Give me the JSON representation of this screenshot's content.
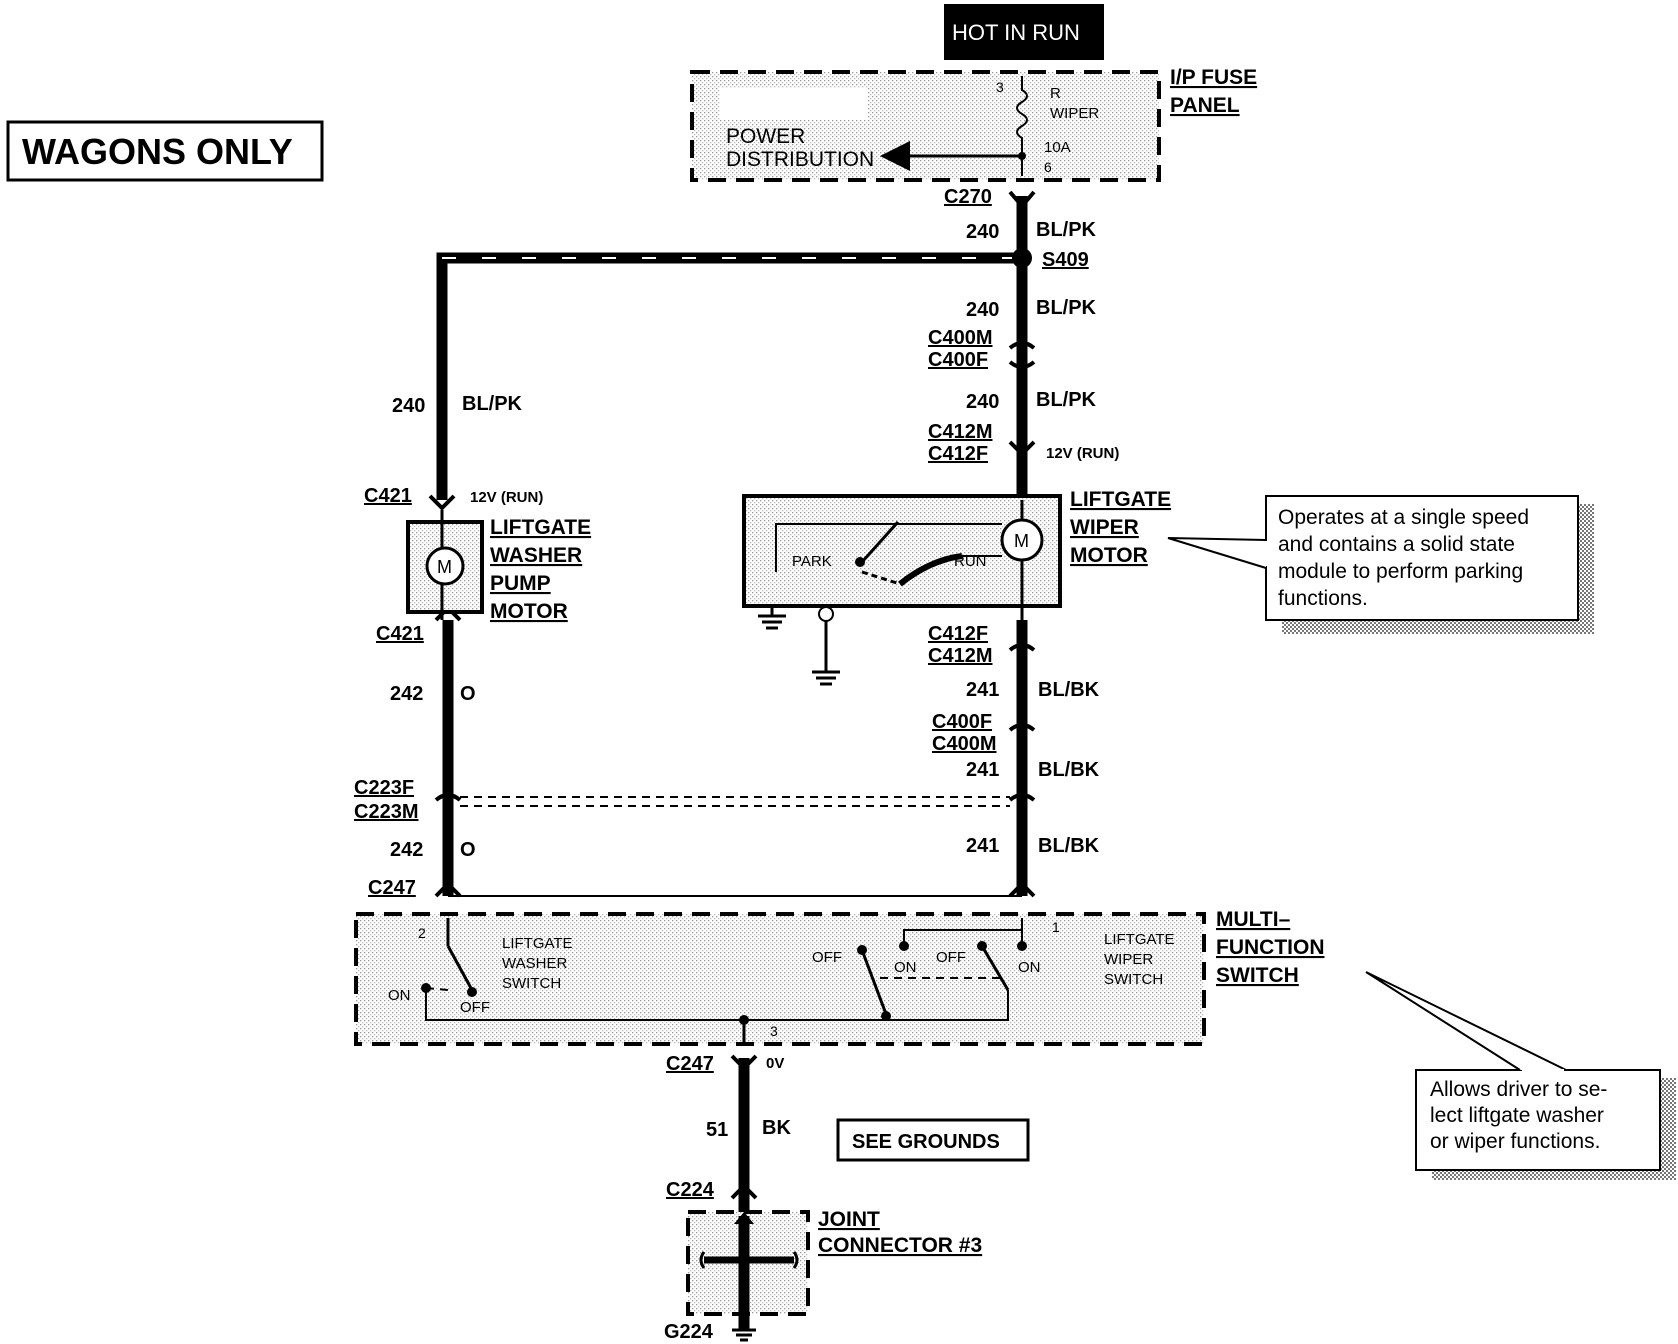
{
  "header": {
    "hot_in_run": "HOT IN RUN",
    "wagons_only": "WAGONS ONLY"
  },
  "fuse_panel": {
    "title_line1": "I/P FUSE",
    "title_line2": "PANEL",
    "power_line1": "POWER",
    "power_line2": "DISTRIBUTION",
    "fuse_r": "R",
    "fuse_name": "WIPER",
    "fuse_rating": "10A",
    "pin_in": "3",
    "pin_out": "6"
  },
  "connectors": {
    "c270": "C270",
    "s409": "S409",
    "c400m_top": "C400M",
    "c400f_top": "C400F",
    "c412m_top": "C412M",
    "c412f_top": "C412F",
    "c421_top": "C421",
    "c421_bottom": "C421",
    "c412f_bottom": "C412F",
    "c412m_bottom": "C412M",
    "c400f_bottom": "C400F",
    "c400m_bottom": "C400M",
    "c223f": "C223F",
    "c223m": "C223M",
    "c247_top": "C247",
    "c247_bottom": "C247",
    "c224": "C224",
    "g224": "G224"
  },
  "wires": {
    "c240_1_num": "240",
    "c240_1_color": "BL/PK",
    "c240_2_num": "240",
    "c240_2_color": "BL/PK",
    "c240_3_num": "240",
    "c240_3_color": "BL/PK",
    "c240_left_num": "240",
    "c240_left_color": "BL/PK",
    "c241_1_num": "241",
    "c241_1_color": "BL/BK",
    "c241_2_num": "241",
    "c241_2_color": "BL/BK",
    "c241_3_num": "241",
    "c241_3_color": "BL/BK",
    "c242_1_num": "242",
    "c242_1_color": "O",
    "c242_2_num": "242",
    "c242_2_color": "O",
    "c51_num": "51",
    "c51_color": "BK"
  },
  "voltages": {
    "v_wiper": "12V (RUN)",
    "v_pump": "12V (RUN)",
    "v_ground": "0V"
  },
  "components": {
    "pump_l1": "LIFTGATE",
    "pump_l2": "WASHER",
    "pump_l3": "PUMP",
    "pump_l4": "MOTOR",
    "wiper_l1": "LIFTGATE",
    "wiper_l2": "WIPER",
    "wiper_l3": "MOTOR",
    "motor_symbol": "M",
    "park": "PARK",
    "run": "RUN",
    "mfs_l1": "MULTI–",
    "mfs_l2": "FUNCTION",
    "mfs_l3": "SWITCH",
    "washer_sw_l1": "LIFTGATE",
    "washer_sw_l2": "WASHER",
    "washer_sw_l3": "SWITCH",
    "wiper_sw_l1": "LIFTGATE",
    "wiper_sw_l2": "WIPER",
    "wiper_sw_l3": "SWITCH",
    "sw_on_1": "ON",
    "sw_off_1": "OFF",
    "sw_off_2": "OFF",
    "sw_on_2": "ON",
    "sw_off_3": "OFF",
    "sw_on_3": "ON",
    "pin_1": "1",
    "pin_2": "2",
    "pin_3": "3",
    "see_grounds": "SEE GROUNDS",
    "joint_l1": "JOINT",
    "joint_l2": "CONNECTOR #3"
  },
  "notes": {
    "wiper_note": [
      "Operates at a single speed",
      "and contains a solid state",
      "module to perform parking",
      "functions."
    ],
    "mfs_note": [
      "Allows driver to se-",
      "lect liftgate  washer",
      "or wiper functions."
    ]
  }
}
